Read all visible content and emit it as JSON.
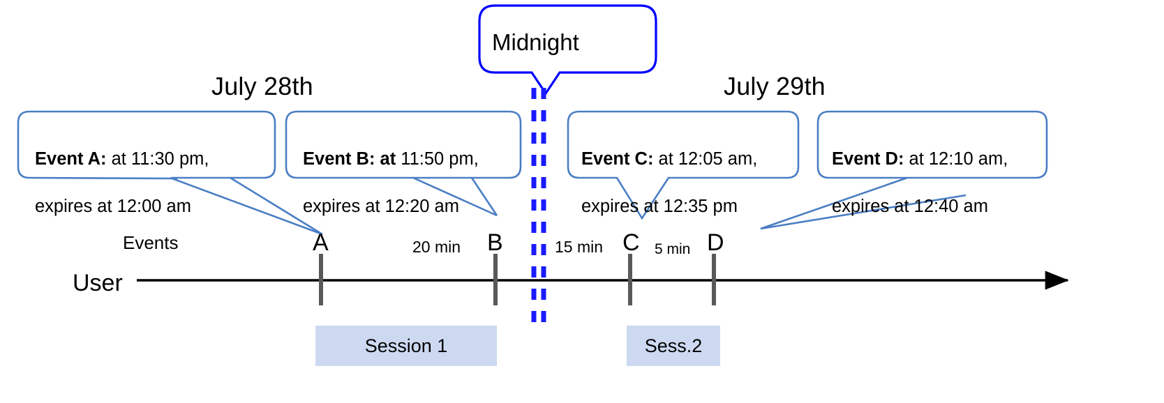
{
  "diagram": {
    "title_bubble": {
      "label": "Midnight"
    },
    "date_headers": [
      {
        "label": "July 28th"
      },
      {
        "label": "July 29th"
      }
    ],
    "row_labels": {
      "events": "Events",
      "user": "User"
    },
    "callouts": [
      {
        "id": "event-a",
        "bold": "Event A:",
        "rest": " at 11:30 pm,",
        "line2": "expires at 12:00 am"
      },
      {
        "id": "event-b",
        "bold": "Event B: at",
        "rest": " 11:50 pm,",
        "line2": "expires at 12:20 am"
      },
      {
        "id": "event-c",
        "bold": "Event C:",
        "rest": " at 12:05 am,",
        "line2": "expires at 12:35 pm"
      },
      {
        "id": "event-d",
        "bold": "Event D:",
        "rest": "  at 12:10 am,",
        "line2": "expires at 12:40 am"
      }
    ],
    "event_markers": [
      {
        "letter": "A"
      },
      {
        "letter": "B"
      },
      {
        "letter": "C"
      },
      {
        "letter": "D"
      }
    ],
    "durations": [
      {
        "label": "20 min"
      },
      {
        "label": "15 min"
      },
      {
        "label": "5 min"
      }
    ],
    "sessions": [
      {
        "label": "Session 1"
      },
      {
        "label": "Sess.2"
      }
    ],
    "colors": {
      "callout_border": "#4a7ec4",
      "midnight_border": "#0000ff",
      "midnight_dash": "#1a1aff",
      "session_fill": "#ccd9f1",
      "tick": "#595959",
      "axis": "#000000"
    }
  }
}
